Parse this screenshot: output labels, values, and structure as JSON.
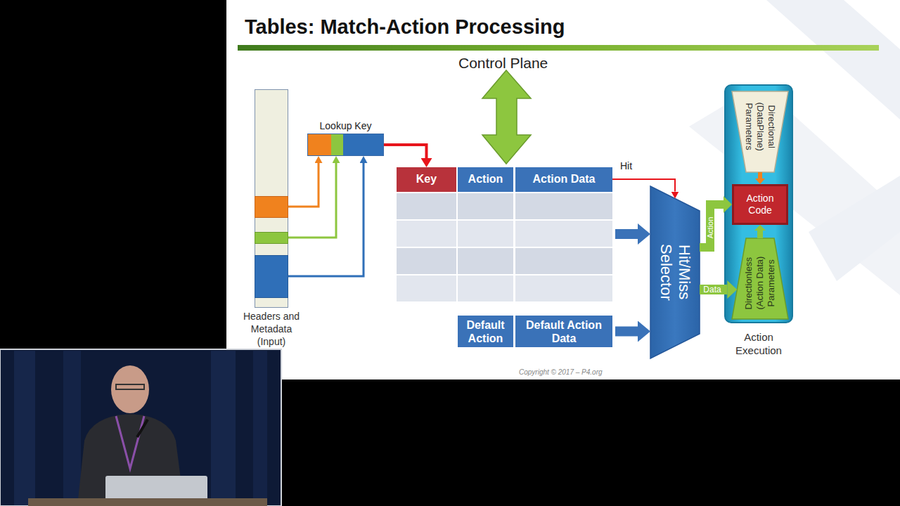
{
  "diagram": {
    "title": "Tables: Match-Action Processing",
    "nodes": [
      {
        "text": [
          "Headers and Metadata (Input)"
        ]
      },
      {
        "text": [
          "Lookup Key"
        ]
      },
      {
        "text": [
          "Key"
        ]
      },
      {
        "text": [
          "Action"
        ]
      },
      {
        "text": [
          "Action Data"
        ]
      },
      {
        "text": [
          "Default Action"
        ]
      },
      {
        "text": [
          "Default Action Data"
        ]
      },
      {
        "text": [
          "Hit/Miss Selector"
        ]
      },
      {
        "text": [
          "Action Execution"
        ]
      },
      {
        "text": [
          "Directional (DataPlane) Parameters"
        ],
        "in": 8
      },
      {
        "text": [
          "Action Code"
        ],
        "in": 8
      },
      {
        "text": [
          "Directionless (Action Data) Parameters"
        ],
        "in": 8
      }
    ],
    "edges": [
      {
        "from": 0,
        "to": 1,
        "arrow": "to"
      },
      {
        "from": 0,
        "to": 1,
        "arrow": "to"
      },
      {
        "from": 0,
        "to": 1,
        "arrow": "to"
      },
      {
        "from": 1,
        "to": 2,
        "arrow": "to"
      },
      {
        "from": 4,
        "to": 7,
        "label": "Hit",
        "arrow": "to"
      },
      {
        "from": 4,
        "to": 7,
        "arrow": "to"
      },
      {
        "from": 6,
        "to": 7,
        "arrow": "to"
      },
      {
        "from": 7,
        "to": 10,
        "label": "Action",
        "arrow": "to"
      },
      {
        "from": 7,
        "to": 11,
        "label": "Data",
        "arrow": "to"
      },
      {
        "from": 9,
        "to": 10,
        "arrow": "to"
      },
      {
        "from": 11,
        "to": 10,
        "arrow": "to"
      }
    ],
    "labels": [
      "Control Plane",
      "Copyright © 2017 – P4.org"
    ]
  }
}
